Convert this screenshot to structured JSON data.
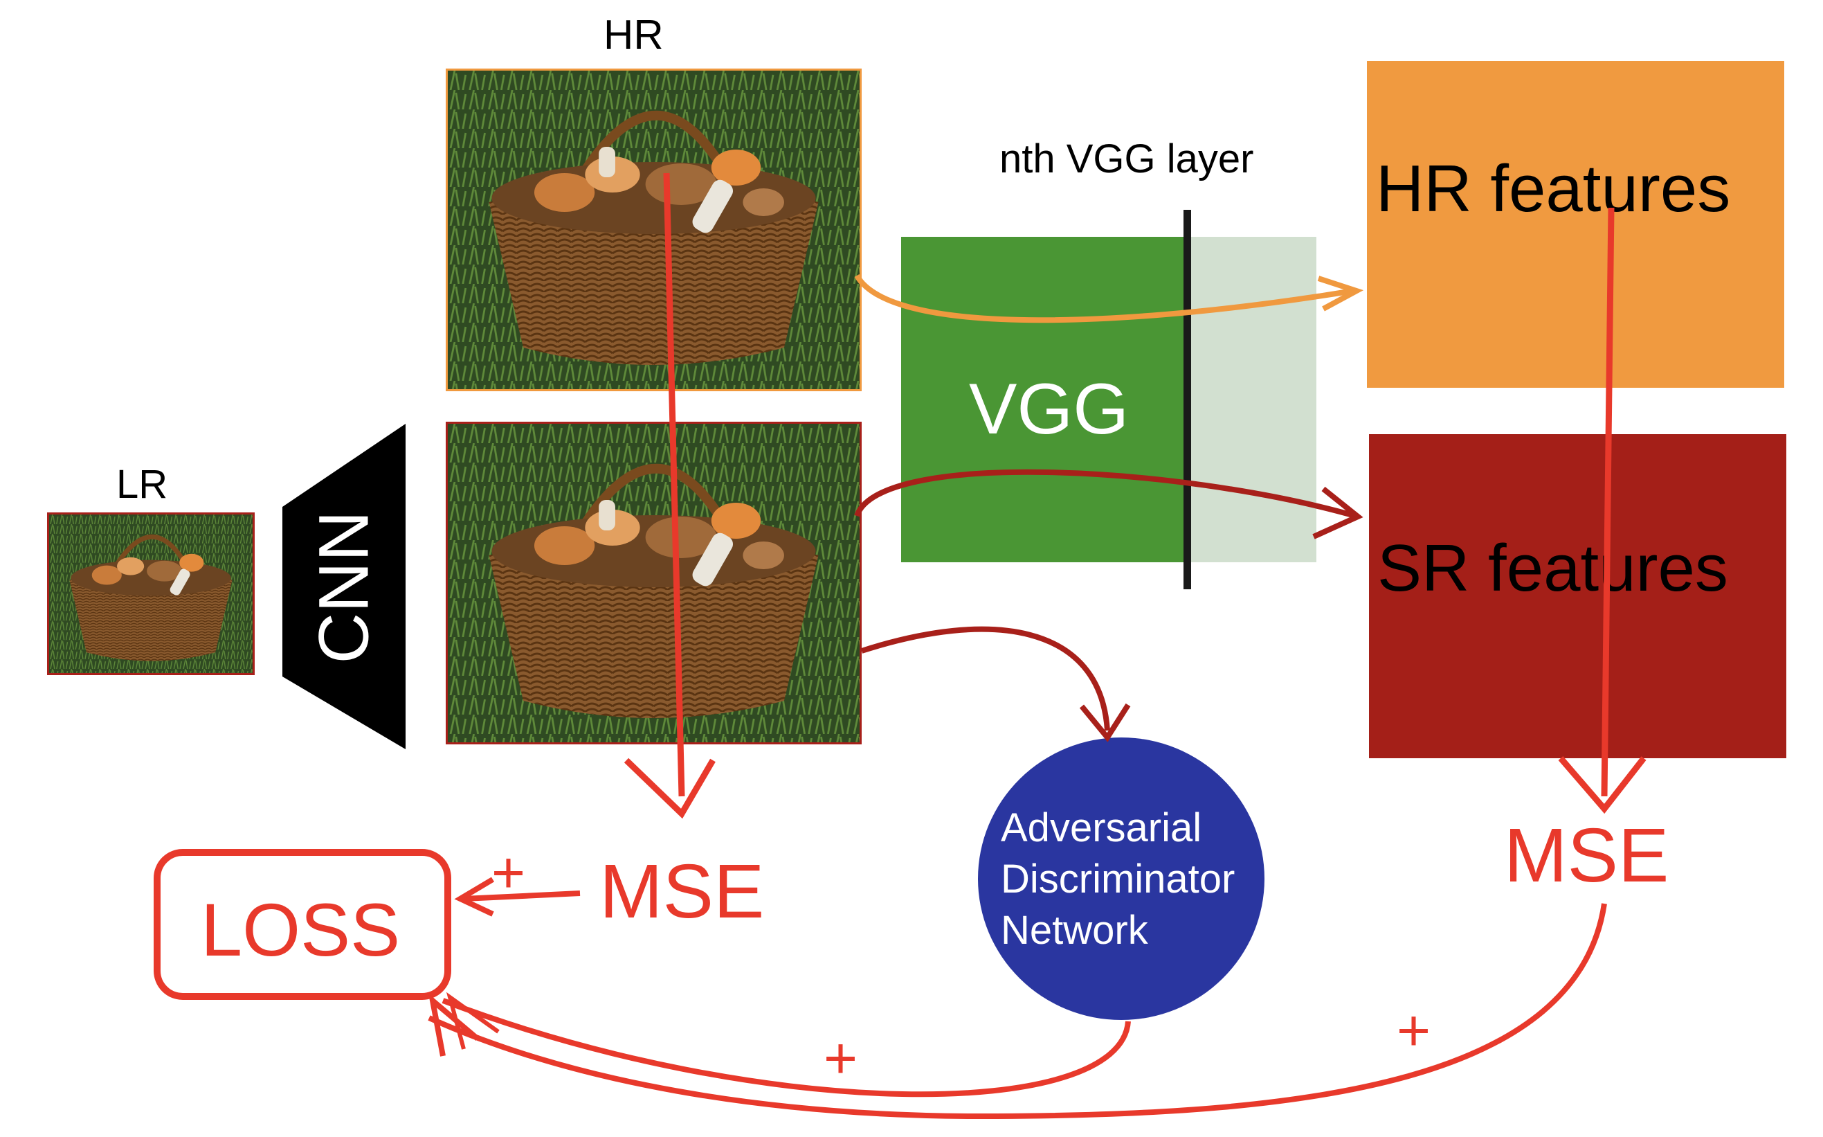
{
  "labels": {
    "hr": "HR",
    "lr": "LR",
    "cnn": "CNN",
    "vgg": "VGG",
    "vgg_layer": "nth VGG layer",
    "hr_features": "HR features",
    "sr_features": "SR features",
    "mse_left": "MSE",
    "mse_right": "MSE",
    "loss": "LOSS",
    "discriminator_line1": "Adversarial",
    "discriminator_line2": "Discriminator",
    "discriminator_line3": "Network",
    "plus_mse": "+",
    "plus_disc": "+",
    "plus_feat": "+"
  },
  "colors": {
    "hr_border": "#f0993f",
    "sr_border": "#a8201a",
    "hr_features": "#f09a40",
    "sr_features": "#a41f18",
    "vgg_green": "#4a9634",
    "vgg_light": "#d2e0d0",
    "discriminator": "#2a36a0",
    "loss_red": "#e8392b",
    "orange_arrow": "#f0993f",
    "darkred_arrow": "#a8201a"
  },
  "icons": {
    "photo": "mushroom-basket-image"
  }
}
